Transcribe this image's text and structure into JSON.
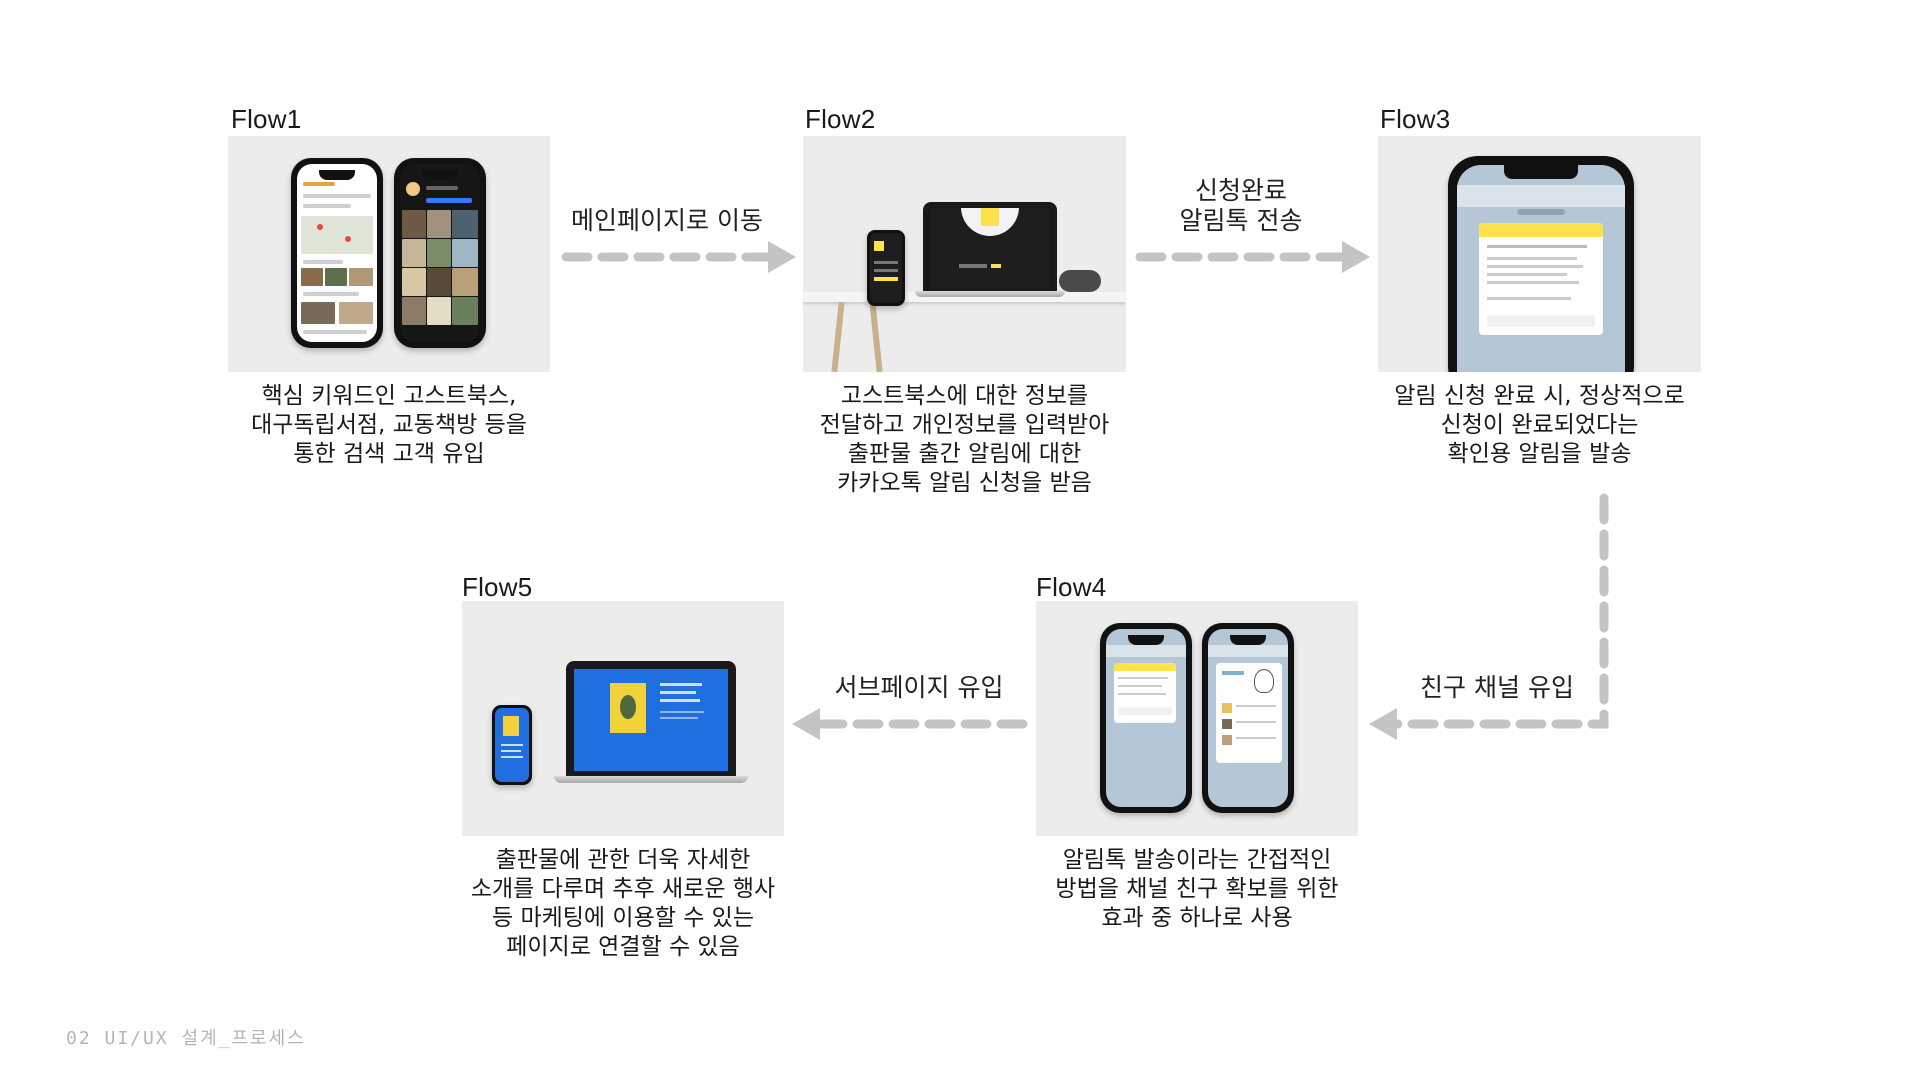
{
  "flows": [
    {
      "id": "flow1",
      "title": "Flow1",
      "description": "핵심 키워드인 고스트북스,\n대구독립서점, 교동책방 등을\n통한 검색 고객 유입"
    },
    {
      "id": "flow2",
      "title": "Flow2",
      "description": "고스트북스에 대한 정보를\n전달하고 개인정보를 입력받아\n출판물 출간 알림에 대한\n카카오톡 알림 신청을 받음"
    },
    {
      "id": "flow3",
      "title": "Flow3",
      "description": "알림 신청 완료 시, 정상적으로\n신청이 완료되었다는\n확인용 알림을 발송"
    },
    {
      "id": "flow4",
      "title": "Flow4",
      "description": "알림톡 발송이라는 간접적인\n방법을 채널 친구 확보를 위한\n효과 중 하나로 사용"
    },
    {
      "id": "flow5",
      "title": "Flow5",
      "description": "출판물에 관한 더욱 자세한\n소개를 다루며 추후 새로운 행사\n등 마케팅에 이용할 수 있는\n페이지로 연결할 수 있음"
    }
  ],
  "connectors": {
    "flow1_to_flow2": "메인페이지로 이동",
    "flow2_to_flow3": "신청완료\n알림톡 전송",
    "flow3_to_flow4": "친구 채널 유입",
    "flow4_to_flow5": "서브페이지 유입"
  },
  "footer": "02 UI/UX 설계_프로세스",
  "colors": {
    "panel_bg": "#ececec",
    "arrow": "#c4c4c4",
    "accent_yellow": "#ffe14b",
    "accent_blue": "#1f6fe0",
    "footer_text": "#b5b5b5"
  }
}
